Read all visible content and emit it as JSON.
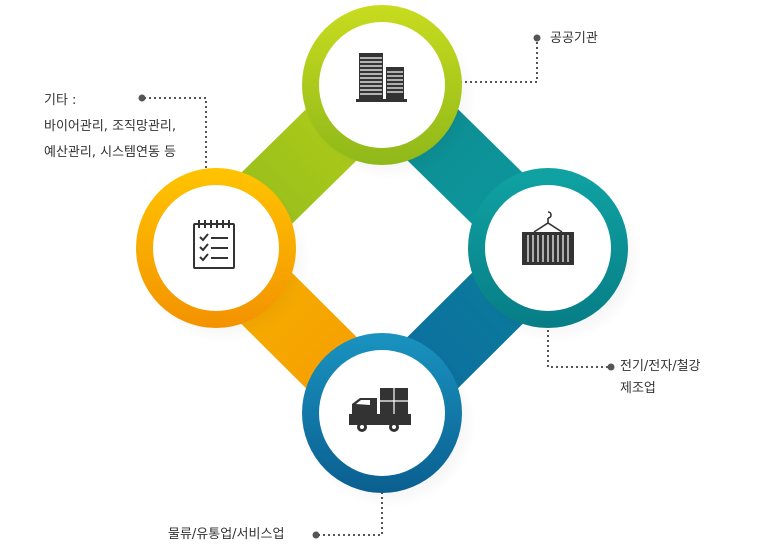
{
  "nodes": [
    {
      "id": "top",
      "icon": "buildings-icon",
      "label_lines": [
        "공공기관"
      ]
    },
    {
      "id": "right",
      "icon": "shipping-container-icon",
      "label_lines": [
        "전기/전자/철강",
        "제조업"
      ]
    },
    {
      "id": "bottom",
      "icon": "delivery-truck-icon",
      "label_lines": [
        "물류/유통업/서비스업"
      ]
    },
    {
      "id": "left",
      "icon": "checklist-icon",
      "label_lines": [
        "기타 :",
        "바이어관리, 조직망관리,",
        "예산관리, 시스템연동 등"
      ]
    }
  ],
  "colors": {
    "top": "#a6c619",
    "right": "#0b9097",
    "bottom": "#0e79a8",
    "left": "#f6a800",
    "connector_dots": "#555555",
    "icon": "#333333"
  }
}
